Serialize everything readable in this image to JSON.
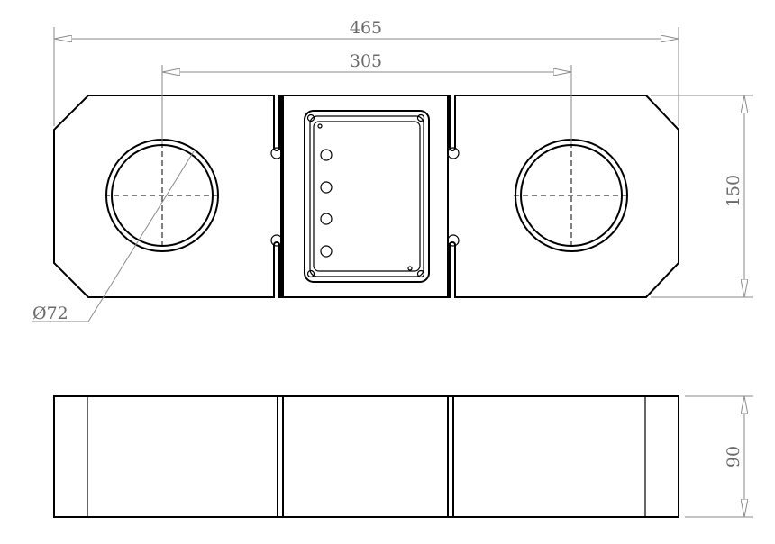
{
  "dimensions": {
    "overall_width": "465",
    "hole_spacing": "305",
    "height": "150",
    "hole_diameter": "Ø72",
    "thickness": "90"
  }
}
